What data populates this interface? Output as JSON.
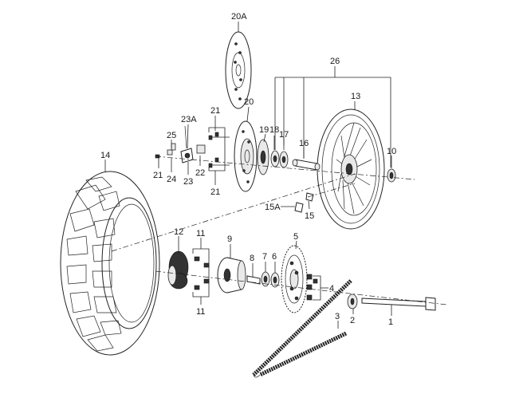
{
  "diagram": {
    "labels": {
      "p20a": "20A",
      "p26": "26",
      "p13": "13",
      "p21_top": "21",
      "p20": "20",
      "p23a": "23A",
      "p19": "19",
      "p18": "18",
      "p17": "17",
      "p16": "16",
      "p10": "10",
      "p25": "25",
      "p14": "14",
      "p21_left": "21",
      "p24": "24",
      "p23": "23",
      "p22": "22",
      "p21_bottom": "21",
      "p15a": "15A",
      "p15": "15",
      "p12": "12",
      "p11_top": "11",
      "p9": "9",
      "p5": "5",
      "p8": "8",
      "p7": "7",
      "p6": "6",
      "p4": "4",
      "p11_bottom": "11",
      "p2": "2",
      "p3": "3",
      "p1": "1"
    }
  }
}
